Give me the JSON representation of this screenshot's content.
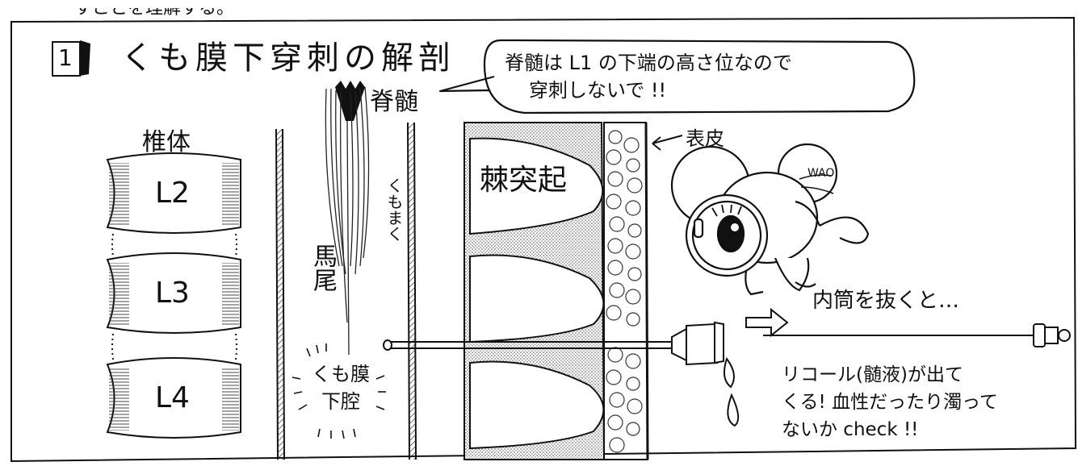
{
  "top_cut_text": "すことを理解する。",
  "section_number": "1",
  "title": "くも膜下穿刺の解剖",
  "speech_bubble": {
    "line1": "脊髄は L1 の下端の高さ位なので",
    "line2": "穿刺しないで !!"
  },
  "labels": {
    "spinal_cord": "脊髄",
    "vertebral_body": "椎体",
    "epidermis": "表皮",
    "spinous_process": "棘突起",
    "arachnoid": "くもまく",
    "cauda_equina": "馬尾",
    "subarachnoid_line1": "くも膜",
    "subarachnoid_line2": "下腔",
    "mouse_exclaim": "WAO"
  },
  "vertebrae": [
    "L2",
    "L3",
    "L4"
  ],
  "action_text": "内筒を抜くと…",
  "result_text": {
    "line1": "リコール(髄液)が出て",
    "line2": "くる! 血性だったり濁って",
    "line3": "ないか check !!"
  }
}
